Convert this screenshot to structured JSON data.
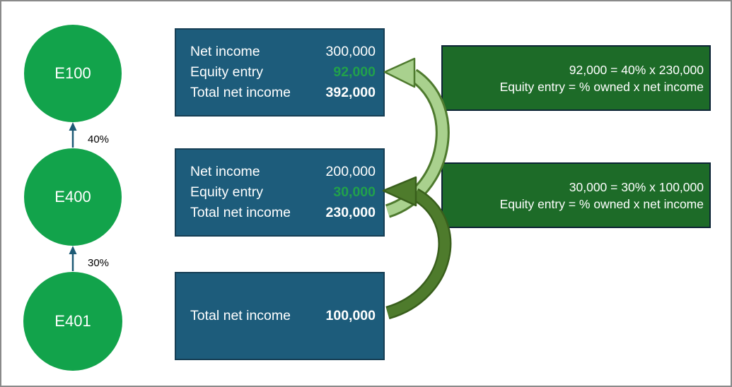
{
  "colors": {
    "circle_green": "#12A34B",
    "equity_green": "#21A14B",
    "box_blue": "#1D5C7B",
    "box_blue_border": "#163E54",
    "green_box": "#1D6B28",
    "green_box_border": "#0C2335",
    "arrow_light_fill": "#A9D18E",
    "arrow_light_stroke": "#4E7A2E",
    "arrow_dark_fill": "#4E7B2C",
    "arrow_dark_stroke": "#395F1C",
    "connector_blue": "#1E5B76"
  },
  "entities": [
    {
      "label": "E100"
    },
    {
      "label": "E400"
    },
    {
      "label": "E401"
    }
  ],
  "ownership": [
    {
      "from": "E400",
      "to": "E100",
      "percent": "40%"
    },
    {
      "from": "E401",
      "to": "E400",
      "percent": "30%"
    }
  ],
  "income_boxes": [
    {
      "entity": "E100",
      "rows": [
        {
          "label": "Net income",
          "value": "300,000"
        },
        {
          "label": "Equity entry",
          "value": "92,000"
        },
        {
          "label": "Total net income",
          "value": "392,000"
        }
      ]
    },
    {
      "entity": "E400",
      "rows": [
        {
          "label": "Net income",
          "value": "200,000"
        },
        {
          "label": "Equity entry",
          "value": "30,000"
        },
        {
          "label": "Total net income",
          "value": "230,000"
        }
      ]
    },
    {
      "entity": "E401",
      "rows": [
        {
          "label": "Total net income",
          "value": "100,000"
        }
      ]
    }
  ],
  "callouts": [
    {
      "formula": "92,000 = 40% x 230,000",
      "rule": "Equity entry = % owned x net income"
    },
    {
      "formula": "30,000 = 30% x 100,000",
      "rule": "Equity entry = % owned x net income"
    }
  ]
}
